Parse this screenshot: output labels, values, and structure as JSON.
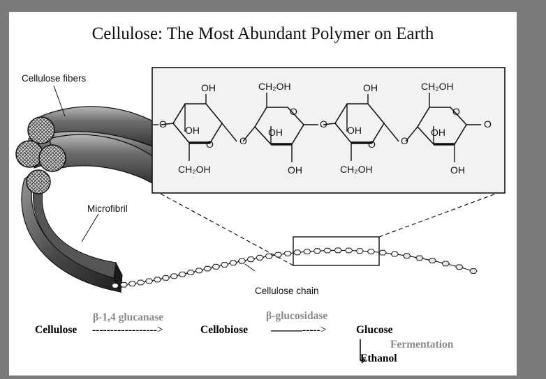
{
  "title": "Cellulose: The Most Abundant Polymer on Earth",
  "labels": {
    "fibers": "Cellulose fibers",
    "microfibril": "Microfibril",
    "chain": "Cellulose chain"
  },
  "ring_labels": {
    "oh": "OH",
    "ch2oh": "CH₂OH",
    "ring_o": "O",
    "link_o": "O"
  },
  "pathway": {
    "substrate": "Cellulose",
    "arrow1": "------------------>",
    "enzyme1": "β-1,4 glucanase",
    "intermediate": "Cellobiose",
    "arrow2": "----->",
    "enzyme2": "β-glucosidase",
    "product": "Glucose",
    "process": "Fermentation",
    "final": "Ethanol"
  }
}
